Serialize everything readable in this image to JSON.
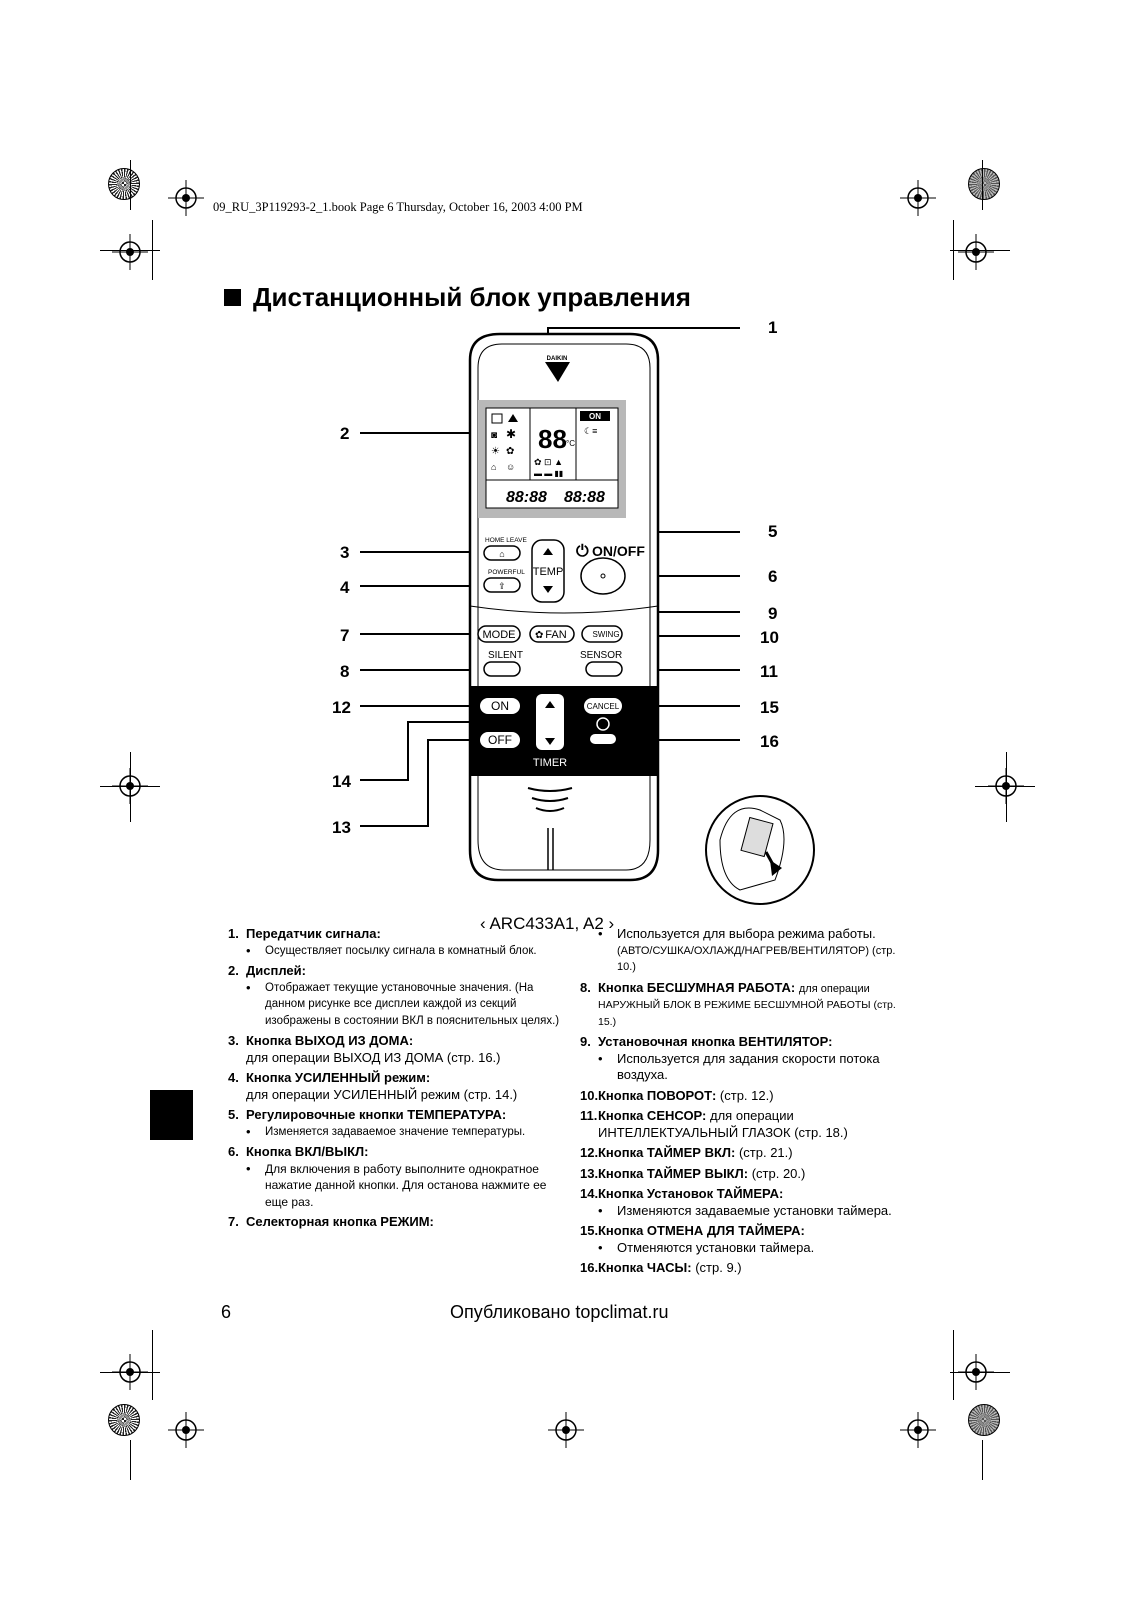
{
  "header": {
    "book_line": "09_RU_3P119293-2_1.book  Page 6  Thursday, October 16, 2003  4:00 PM"
  },
  "title": "Дистанционный блок управления",
  "remote": {
    "brand": "DAIKIN",
    "lcd": {
      "on_label": "ON",
      "temp_digits": "88",
      "unit": "°C",
      "timer_digits_left": "88:88",
      "timer_digits_right": "88:88"
    },
    "buttons": {
      "home_leave": "HOME LEAVE",
      "powerful": "POWERFUL",
      "temp": "TEMP",
      "on_off": "ON/OFF",
      "mode": "MODE",
      "fan": "FAN",
      "swing": "SWING",
      "silent": "SILENT",
      "sensor": "SENSOR",
      "on": "ON",
      "off": "OFF",
      "cancel": "CANCEL",
      "timer": "TIMER"
    }
  },
  "callouts": [
    "1",
    "2",
    "3",
    "4",
    "5",
    "6",
    "7",
    "8",
    "9",
    "10",
    "11",
    "12",
    "13",
    "14",
    "15",
    "16"
  ],
  "model_caption": "ARC433A1, A2",
  "left_column": [
    {
      "num": "1.",
      "title": "Передатчик сигнала:",
      "bullet": "Осуществляет посылку сигнала в комнатный блок."
    },
    {
      "num": "2.",
      "title": "Дисплей:",
      "bullet": "Отображает текущие установочные значения. (На данном рисунке все дисплеи каждой из секций изображены в состоянии ВКЛ в пояснительных целях.)"
    },
    {
      "num": "3.",
      "title": "Кнопка ВЫХОД ИЗ ДОМА:",
      "text": "для операции ВЫХОД ИЗ ДОМА (стр. 16.)"
    },
    {
      "num": "4.",
      "title": "Кнопка УСИЛЕННЫЙ режим:",
      "text": "для операции УСИЛЕННЫЙ режим (стр. 14.)"
    },
    {
      "num": "5.",
      "title": "Регулировочные кнопки ТЕМПЕРАТУРА:",
      "bullet": "Изменяется задаваемое значение температуры."
    },
    {
      "num": "6.",
      "title": "Кнопка ВКЛ/ВЫКЛ:",
      "bullet": "Для включения в работу выполните однократное нажатие данной кнопки. Для останова нажмите ее еще раз."
    },
    {
      "num": "7.",
      "title": "Селекторная кнопка РЕЖИМ:"
    }
  ],
  "right_column": {
    "cont_bullet": "Используется для выбора режима работы.",
    "cont_sub": "(АВТО/СУШКА/ОХЛАЖД/НАГРЕВ/ВЕНТИЛЯТОР) (стр. 10.)",
    "items": [
      {
        "num": "8.",
        "title": "Кнопка БЕСШУМНАЯ РАБОТА:",
        "inline_small": "для операции",
        "sub_small": "НАРУЖНЫЙ БЛОК В РЕЖИМЕ БЕСШУМНОЙ РАБОТЫ (стр. 15.)"
      },
      {
        "num": "9.",
        "title": "Установочная кнопка ВЕНТИЛЯТОР:",
        "bullet": "Используется для задания скорости потока воздуха."
      },
      {
        "num": "10.",
        "title": "Кнопка ПОВОРОТ:",
        "inline": "(стр. 12.)"
      },
      {
        "num": "11.",
        "title": "Кнопка СЕНСОР:",
        "inline": "для операции",
        "text": "ИНТЕЛЛЕКТУАЛЬНЫЙ ГЛАЗОК (стр. 18.)"
      },
      {
        "num": "12.",
        "title": "Кнопка ТАЙМЕР ВКЛ:",
        "inline": "(стр. 21.)"
      },
      {
        "num": "13.",
        "title": "Кнопка ТАЙМЕР ВЫКЛ:",
        "inline": "(стр. 20.)"
      },
      {
        "num": "14.",
        "title": "Кнопка Установок ТАЙМЕРА:",
        "bullet": "Изменяются задаваемые установки таймера."
      },
      {
        "num": "15.",
        "title": "Кнопка ОТМЕНА ДЛЯ ТАЙМЕРА:",
        "bullet": "Отменяются установки таймера."
      },
      {
        "num": "16.",
        "title": "Кнопка ЧАСЫ:",
        "inline": "(стр. 9.)"
      }
    ]
  },
  "footer": {
    "page_number": "6",
    "published": "Опубликовано topclimat.ru"
  }
}
